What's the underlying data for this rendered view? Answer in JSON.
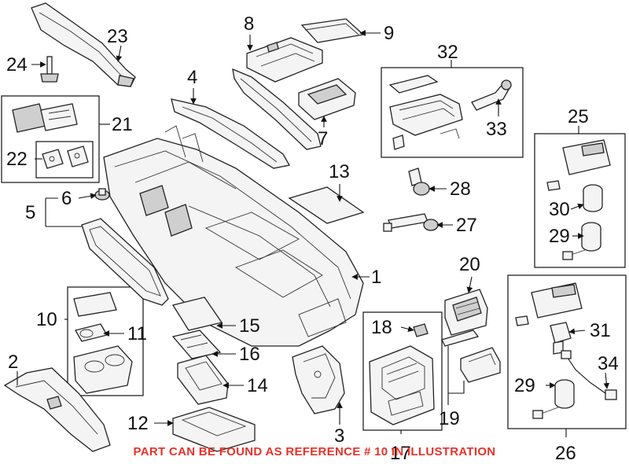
{
  "callouts": {
    "c1": "1",
    "c2": "2",
    "c3": "3",
    "c4": "4",
    "c5": "5",
    "c6": "6",
    "c7": "7",
    "c8": "8",
    "c9": "9",
    "c10": "10",
    "c11": "11",
    "c12": "12",
    "c13": "13",
    "c14": "14",
    "c15": "15",
    "c16": "16",
    "c17": "17",
    "c18": "18",
    "c19": "19",
    "c20": "20",
    "c21": "21",
    "c22": "22",
    "c23": "23",
    "c24": "24",
    "c25": "25",
    "c26": "26",
    "c27": "27",
    "c28": "28",
    "c29a": "29",
    "c29b": "29",
    "c30": "30",
    "c31": "31",
    "c32": "32",
    "c33": "33",
    "c34": "34"
  },
  "footer_note": "PART CAN BE FOUND AS REFERENCE # 10 IN ILLUSTRATION",
  "colors": {
    "footer": "#e8322a",
    "line": "#111111"
  }
}
